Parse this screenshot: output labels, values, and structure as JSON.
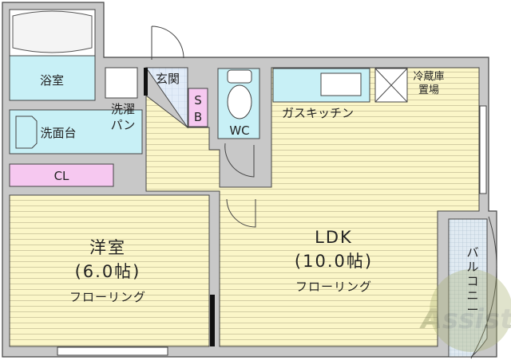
{
  "rooms": {
    "bath": "浴室",
    "washbasin": "洗面台",
    "laundry_pan_1": "洗濯",
    "laundry_pan_2": "パン",
    "entrance": "玄関",
    "shoe_box_1": "S",
    "shoe_box_2": "B",
    "toilet": "WC",
    "kitchen": "ガスキッチン",
    "fridge_1": "冷蔵庫",
    "fridge_2": "置場",
    "closet": "CL",
    "western_room": {
      "name": "洋室",
      "size": "(6.0帖)",
      "floor": "フローリング"
    },
    "ldk": {
      "name": "LDK",
      "size": "(10.0帖)",
      "floor": "フローリング"
    },
    "balcony": [
      "バ",
      "ル",
      "コ",
      "ニ",
      "ー"
    ]
  },
  "watermark": "Assist",
  "colors": {
    "wall": "#c8c8c8",
    "floor": "#fbf6c8",
    "wet": "#c8f0f6",
    "storage": "#f6c8f0",
    "balcony": "#d8e6f0"
  }
}
